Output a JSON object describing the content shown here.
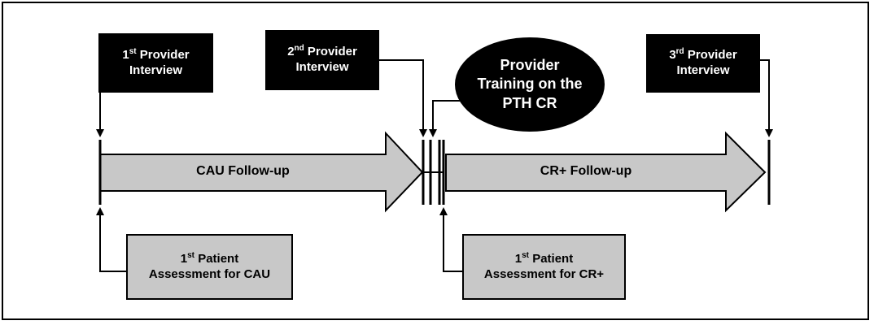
{
  "provider_interview_1": {
    "ord": "1",
    "sup": "st",
    "line1_rest": " Provider",
    "line2": "Interview"
  },
  "provider_interview_2": {
    "ord": "2",
    "sup": "nd",
    "line1_rest": " Provider",
    "line2": "Interview"
  },
  "provider_interview_3": {
    "ord": "3",
    "sup": "rd",
    "line1_rest": " Provider",
    "line2": "Interview"
  },
  "training": {
    "line1": "Provider",
    "line2": "Training on the",
    "line3": "PTH CR"
  },
  "cau_followup": {
    "label": "CAU Follow-up"
  },
  "crplus_followup": {
    "label": "CR+ Follow-up"
  },
  "patient_assessment_cau": {
    "ord": "1",
    "sup": "st",
    "line1_rest": " Patient",
    "line2": "Assessment for CAU"
  },
  "patient_assessment_crplus": {
    "ord": "1",
    "sup": "st",
    "line1_rest": " Patient",
    "line2": "Assessment for CR+"
  },
  "colors": {
    "box_black": "#000000",
    "box_gray": "#c8c8c8",
    "arrow_gray": "#c8c8c8",
    "line": "#000000"
  }
}
